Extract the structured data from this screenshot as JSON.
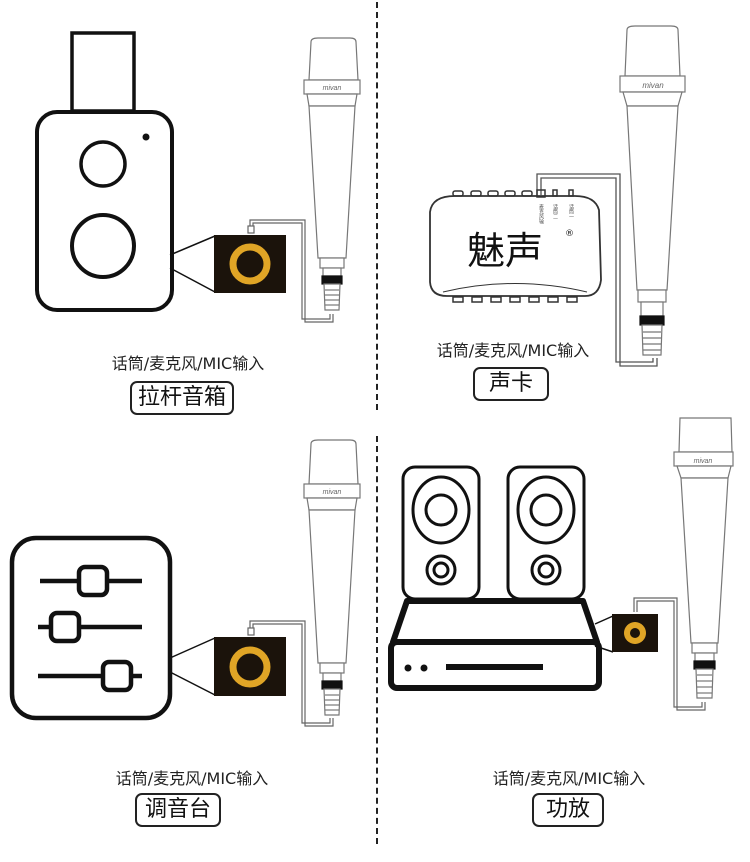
{
  "colors": {
    "line": "#111111",
    "jack_fill": "#1b130b",
    "jack_ring": "#e0a526",
    "cable": "#555555"
  },
  "mic_brand": "mivan",
  "panels": [
    {
      "id": "trolley-speaker",
      "device_icon": "trolley-speaker-icon",
      "caption": "话筒/麦克风/MIC输入",
      "label": "拉杆音箱"
    },
    {
      "id": "sound-card",
      "device_icon": "sound-card-icon",
      "device_logo": "魅声",
      "device_logo_mark": "®",
      "port_labels": [
        "麦克风输",
        "话筒二",
        "话筒一"
      ],
      "caption": "话筒/麦克风/MIC输入",
      "label": "声卡"
    },
    {
      "id": "mixer",
      "device_icon": "mixer-icon",
      "caption": "话筒/麦克风/MIC输入",
      "label": "调音台"
    },
    {
      "id": "amplifier",
      "device_icon": "amplifier-icon",
      "caption": "话筒/麦克风/MIC输入",
      "label": "功放"
    }
  ]
}
